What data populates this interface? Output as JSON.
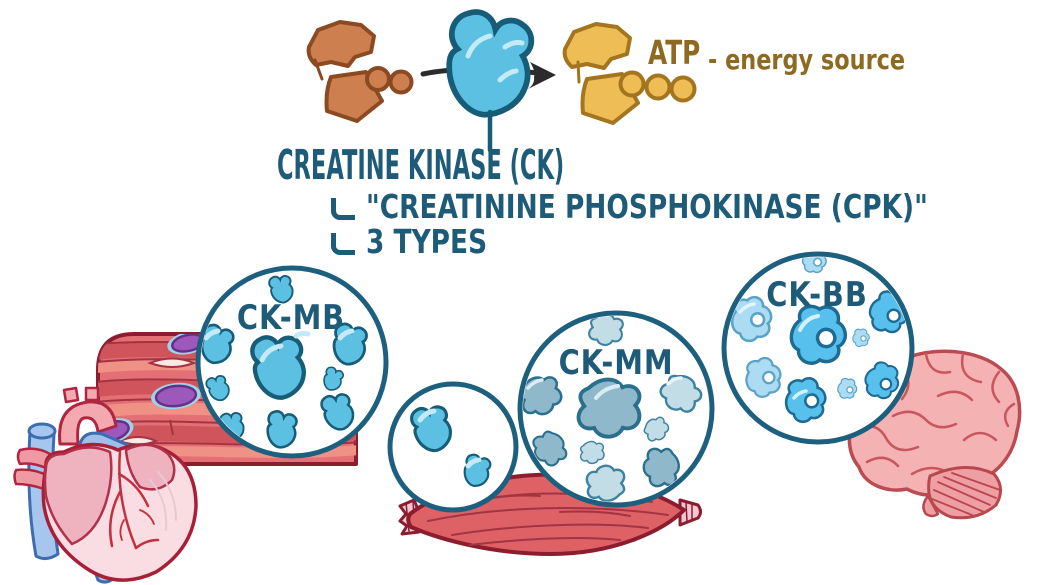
{
  "scene": {
    "background": "#ffffff"
  },
  "heading": {
    "title": "CREATINE KINASE (CK)",
    "alias": "\"CREATININE PHOSPHOKINASE (CPK)\"",
    "types": "3 TYPES"
  },
  "reaction": {
    "product_label": "ATP",
    "product_note": "- energy source",
    "icons": {
      "substrate": "creatine-phosphate-molecule-icon",
      "enzyme": "enzyme-blob-icon",
      "arrow": "reaction-arrow-icon",
      "product": "atp-molecule-icon"
    }
  },
  "isoenzymes": [
    {
      "label": "CK-MB",
      "organ_icon": "heart-cardiac-muscle-icon"
    },
    {
      "label": "CK-MM",
      "organ_icon": "skeletal-muscle-icon"
    },
    {
      "label": "CK-BB",
      "organ_icon": "brain-icon"
    }
  ],
  "colors": {
    "heading_teal": "#1e5b78",
    "atp_gold": "#8d6a20",
    "enzyme_blue": "#5cc0e2",
    "enzyme_outline": "#175d78",
    "substrate_orange": "#cd7f50",
    "substrate_outline": "#8b4a22",
    "product_yellow": "#eebd55",
    "product_outline": "#a3751f",
    "muscle_red": "#de6166",
    "muscle_outline": "#8c1d2f",
    "nucleus_purple": "#9c59bb",
    "brain_pink": "#f4b2b3",
    "vessel_blue": "#a6c6ee",
    "lens_stroke": "#1d5f7e"
  }
}
